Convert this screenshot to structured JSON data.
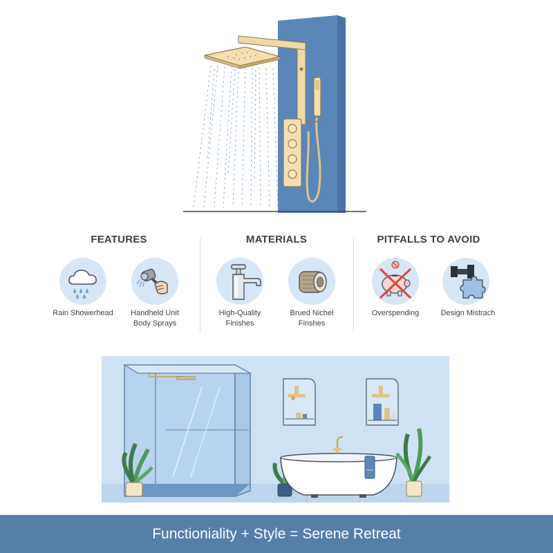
{
  "sections": [
    {
      "heading": "FEATURES",
      "items": [
        {
          "icon": "rain-cloud-icon",
          "lines": [
            "Rain Showerhead"
          ]
        },
        {
          "icon": "handheld-sprayer-icon",
          "lines": [
            "Handheld Unit",
            "Body Sprays"
          ]
        }
      ]
    },
    {
      "heading": "MATERIALS",
      "items": [
        {
          "icon": "faucet-icon",
          "lines": [
            "High-Quality",
            "Finishes"
          ]
        },
        {
          "icon": "brushed-nickel-roll-icon",
          "lines": [
            "Brued Nichel",
            "Finshes"
          ]
        }
      ]
    },
    {
      "heading": "PITFALLS TO AVOID",
      "items": [
        {
          "icon": "crossed-piggy-bank-icon",
          "lines": [
            "Overspending"
          ]
        },
        {
          "icon": "mismatched-puzzle-icon",
          "lines": [
            "Design Mistrach"
          ]
        }
      ]
    }
  ],
  "footer": {
    "text": "Functioniality + Style = Serene Retreat"
  },
  "colors": {
    "panel_blue": "#5b86b8",
    "brass": "#e6c48a",
    "scene_bg": "#cfe2f3",
    "footer_bg": "#557ea8",
    "icon_circle": "#d6e6f5"
  }
}
